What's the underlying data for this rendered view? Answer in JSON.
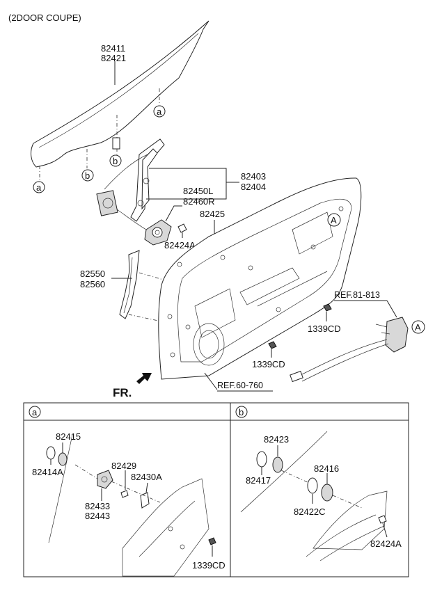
{
  "header": {
    "title": "(2DOOR COUPE)"
  },
  "callouts": {
    "glass": [
      "82411",
      "82421"
    ],
    "regulator": [
      "82403",
      "82404"
    ],
    "motor": [
      "82450L",
      "82460R"
    ],
    "bracket_top": "82425",
    "bolt_top": "82424A",
    "channel": [
      "82550",
      "82560"
    ],
    "nut_1": "1339CD",
    "nut_2": "1339CD",
    "ref_latch": "REF.81-813",
    "ref_door": "REF.60-760",
    "front_marker": "FR."
  },
  "markers": {
    "a": "a",
    "b": "b",
    "A": "A"
  },
  "detail_a": {
    "tag": "a",
    "labels": {
      "p82415": "82415",
      "p82414A": "82414A",
      "p82429": "82429",
      "p82430A": "82430A",
      "p82433": "82433",
      "p82443": "82443",
      "p1339CD": "1339CD"
    }
  },
  "detail_b": {
    "tag": "b",
    "labels": {
      "p82423": "82423",
      "p82417": "82417",
      "p82416": "82416",
      "p82422C": "82422C",
      "p82424A": "82424A"
    }
  }
}
